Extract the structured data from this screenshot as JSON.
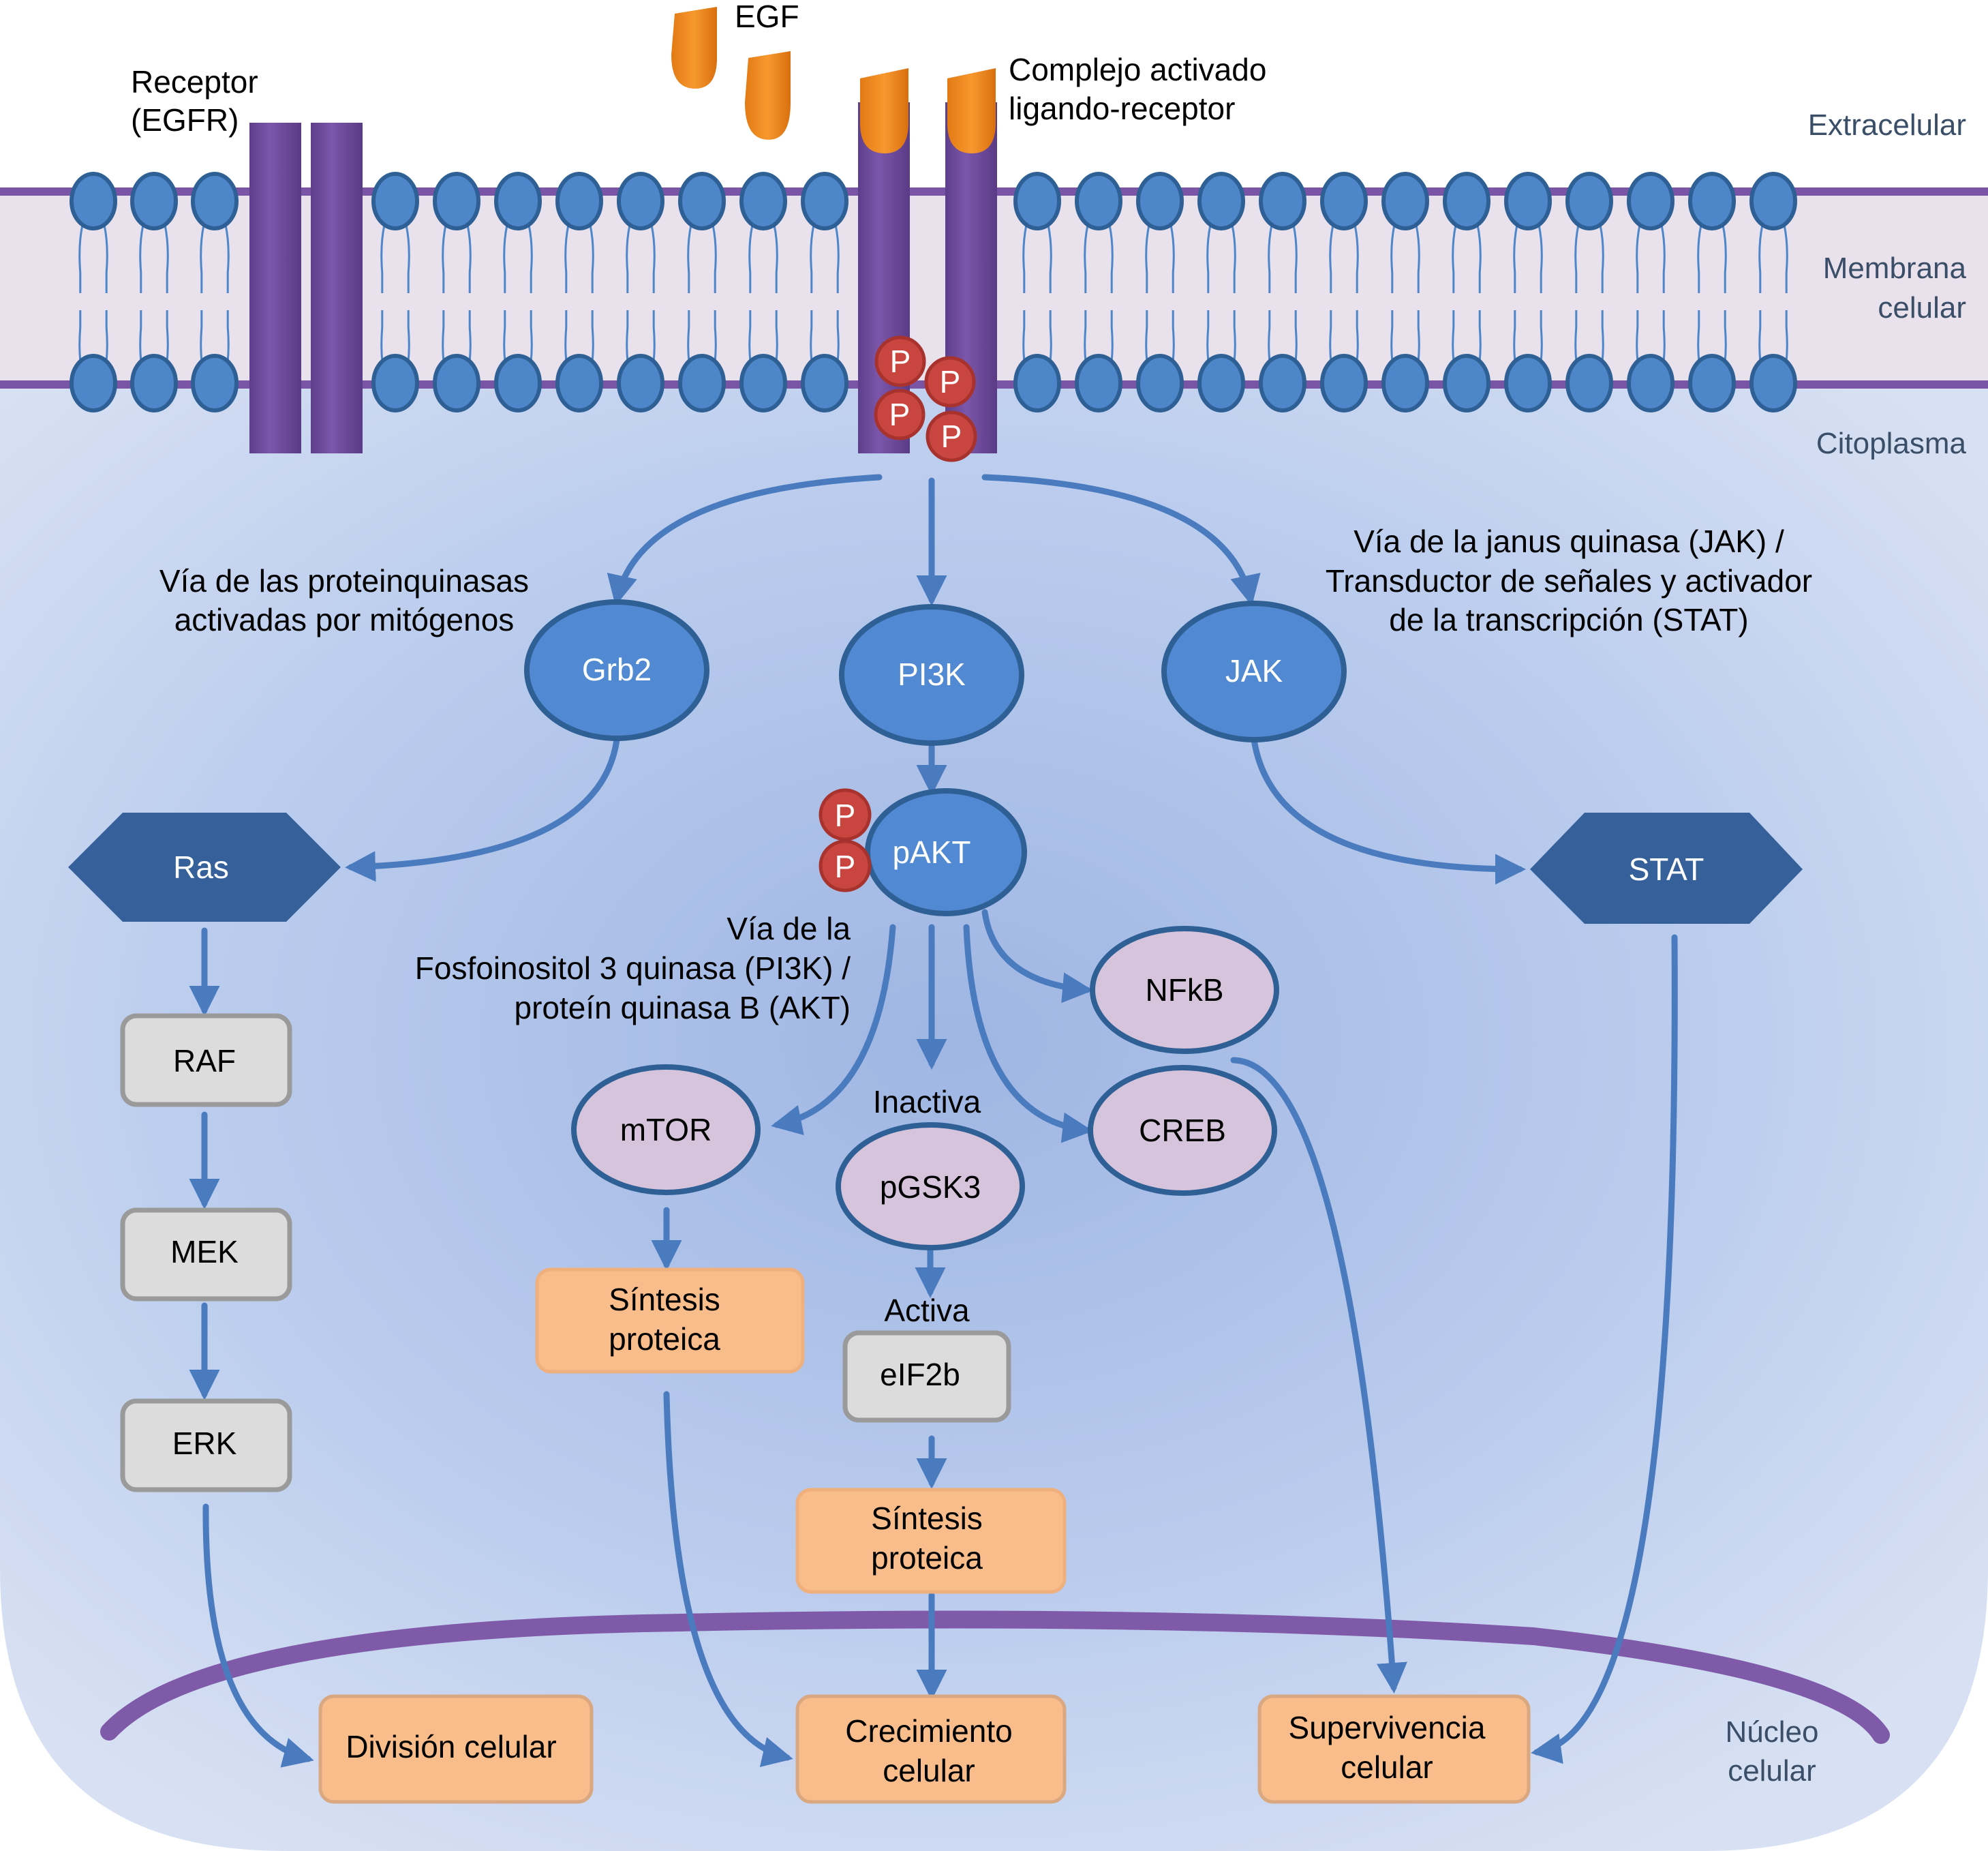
{
  "diagram": {
    "title": "EGFR signaling pathways",
    "colors": {
      "membrane_purple": "#7a55a6",
      "receptor_purple": "#6e4b9e",
      "lipid_head_blue": "#4d86c9",
      "lipid_head_border": "#2e5f95",
      "ligand_orange": "#f28c1e",
      "phosphate_red": "#c9453f",
      "arrow_blue": "#4a7bbf",
      "blue_node": "#5189d2",
      "dark_node": "#36609a",
      "pink_node": "#d6c3dc",
      "gray_box": "#dcdcdc",
      "outcome_orange": "#f9bd8b",
      "cytoplasm_blue": "#b6c8ea"
    },
    "regions": {
      "extracellular": "Extracelular",
      "membrane_line1": "Membrana",
      "membrane_line2": "celular",
      "cytoplasm": "Citoplasma",
      "nucleus_line1": "Núcleo",
      "nucleus_line2": "celular"
    },
    "labels": {
      "receptor_line1": "Receptor",
      "receptor_line2": "(EGFR)",
      "egf": "EGF",
      "complex_line1": "Complejo activado",
      "complex_line2": "ligando-receptor",
      "phosphate": "P"
    },
    "pathways": {
      "mapk_line1": "Vía de las proteinquinasas",
      "mapk_line2": "activadas por mitógenos",
      "jak_line1": "Vía de la janus quinasa (JAK) /",
      "jak_line2": "Transductor de señales y activador",
      "jak_line3": "de la transcripción (STAT)",
      "pi3k_line1": "Vía de la",
      "pi3k_line2": "Fosfoinositol 3 quinasa (PI3K) /",
      "pi3k_line3": "proteín quinasa B (AKT)"
    },
    "nodes": {
      "grb2": "Grb2",
      "pi3k": "PI3K",
      "jak": "JAK",
      "ras": "Ras",
      "pakt": "pAKT",
      "stat": "STAT",
      "raf": "RAF",
      "mek": "MEK",
      "erk": "ERK",
      "nfkb": "NFkB",
      "creb": "CREB",
      "mtor": "mTOR",
      "pgsk3": "pGSK3",
      "eif2b": "eIF2b"
    },
    "annotations": {
      "inactiva": "Inactiva",
      "activa": "Activa"
    },
    "outcomes": {
      "sintesis_left_line1": "Síntesis",
      "sintesis_left_line2": "proteica",
      "sintesis_center_line1": "Síntesis",
      "sintesis_center_line2": "proteica",
      "division": "División celular",
      "crecimiento_line1": "Crecimiento",
      "crecimiento_line2": "celular",
      "supervivencia_line1": "Supervivencia",
      "supervivencia_line2": "celular"
    }
  }
}
